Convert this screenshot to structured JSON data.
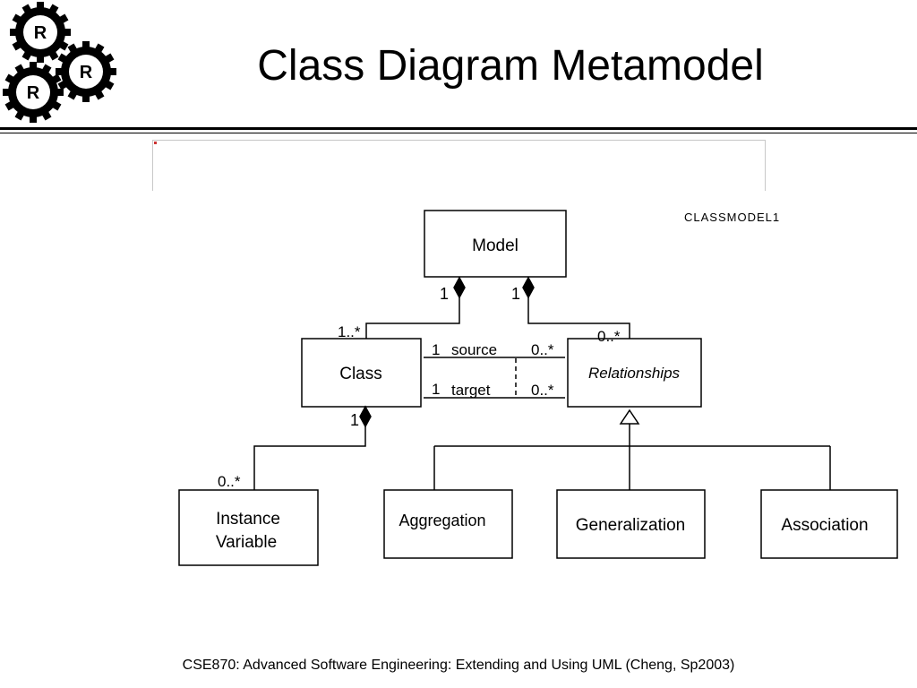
{
  "slide": {
    "title": "Class Diagram Metamodel",
    "footer": "CSE870: Advanced Software Engineering: Extending and Using UML (Cheng, Sp2003)"
  },
  "logo": {
    "gear_letters": [
      "R",
      "R",
      "R"
    ]
  },
  "embedded_frame": {
    "caption": ""
  },
  "diagram": {
    "diagram_name": "CLASSMODEL1",
    "classes": {
      "model": "Model",
      "class": "Class",
      "relationships": "Relationships",
      "instance_variable_line1": "Instance",
      "instance_variable_line2": "Variable",
      "aggregation": "Aggregation",
      "generalization": "Generalization",
      "association": "Association"
    },
    "multiplicities": {
      "model_to_class": "1",
      "model_to_relationships": "1",
      "class_end": "1..*",
      "relationships_end": "0..*",
      "class_composite": "1",
      "instance_variable_end": "0..*",
      "source_class": "1",
      "source_rel": "0..*",
      "target_class": "1",
      "target_rel": "0..*"
    },
    "roles": {
      "source": "source",
      "target": "target"
    }
  }
}
